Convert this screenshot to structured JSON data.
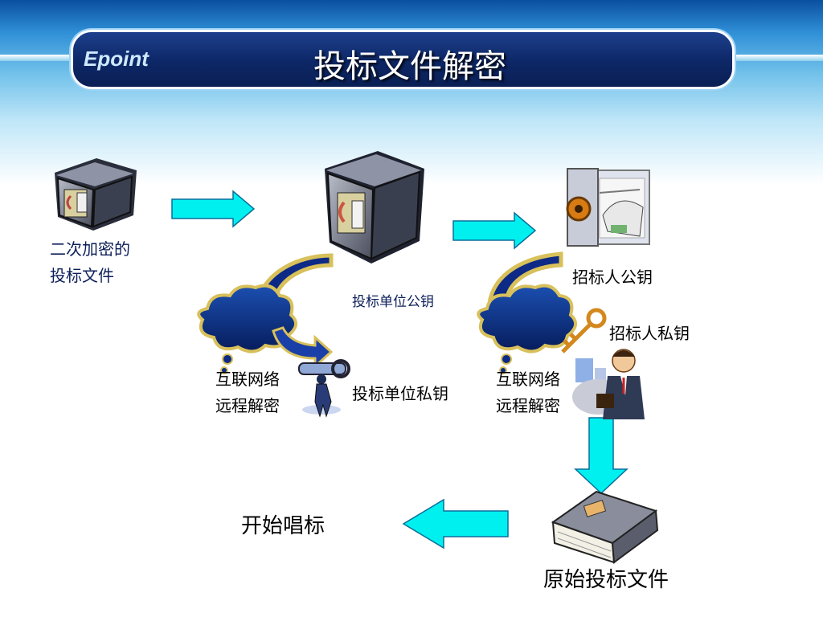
{
  "header": {
    "logo": "Epoint",
    "title": "投标文件解密"
  },
  "labels": {
    "encrypted_file_line1": "二次加密的",
    "encrypted_file_line2": "投标文件",
    "bidder_public_key": "投标单位公钥",
    "bidder_private_key": "投标单位私钥",
    "remote_decrypt_1_line1": "互联网络",
    "remote_decrypt_1_line2": "远程解密",
    "remote_decrypt_2_line1": "互联网络",
    "remote_decrypt_2_line2": "远程解密",
    "tenderer_public_key": "招标人公钥",
    "tenderer_private_key": "招标人私钥",
    "start_bid_opening": "开始唱标",
    "original_bid_file": "原始投标文件"
  },
  "colors": {
    "arrow": "#00f0f0",
    "curve_gold": "#d8c05a",
    "curve_navy": "#0c2a86",
    "cloud": "#08287a"
  }
}
